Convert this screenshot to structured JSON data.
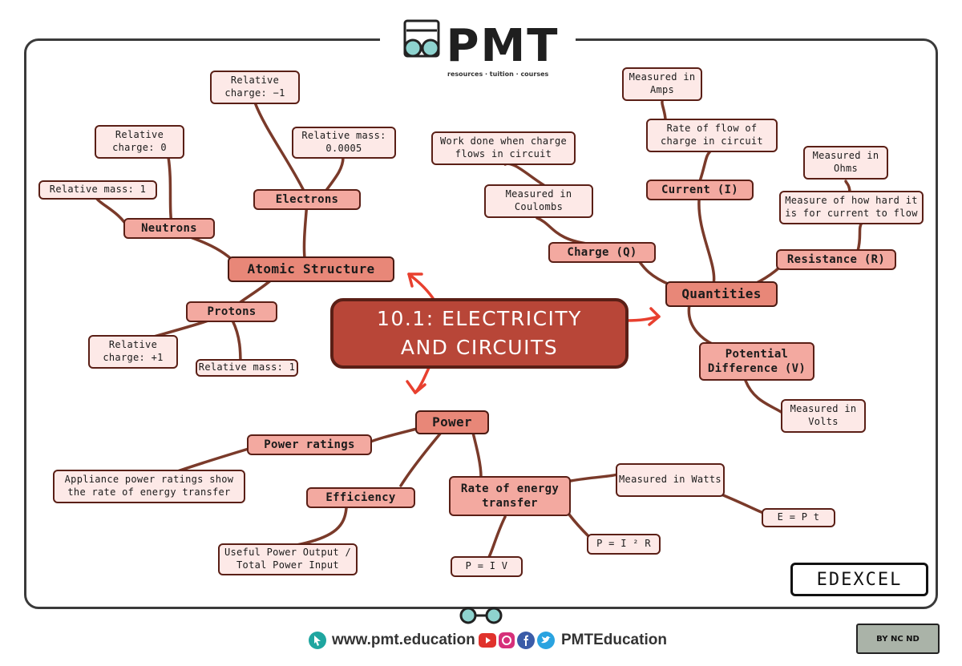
{
  "header": {
    "logo_text": "PMT",
    "tagline": "resources · tuition · courses"
  },
  "center_title_line1": "10.1: ELECTRICITY",
  "center_title_line2": "AND CIRCUITS",
  "nodes": {
    "atomic_structure": "Atomic Structure",
    "neutrons": "Neutrons",
    "electrons": "Electrons",
    "protons": "Protons",
    "neutron_charge": "Relative charge: 0",
    "neutron_mass": "Relative mass: 1",
    "electron_charge": "Relative charge: −1",
    "electron_mass": "Relative mass: 0.0005",
    "proton_charge": "Relative charge: +1",
    "proton_mass": "Relative mass: 1",
    "quantities": "Quantities",
    "charge": "Charge (Q)",
    "charge_measured": "Measured in Coulombs",
    "charge_def": "Work done when charge flows in circuit",
    "current": "Current (I)",
    "current_def": "Rate of flow of charge in circuit",
    "current_measured": "Measured in Amps",
    "resistance": "Resistance (R)",
    "resistance_def": "Measure of how hard it is for current to flow",
    "resistance_measured": "Measured in Ohms",
    "pd": "Potential Difference (V)",
    "pd_measured": "Measured in Volts",
    "power": "Power",
    "power_ratings": "Power ratings",
    "power_ratings_def": "Appliance power ratings show the rate of energy transfer",
    "efficiency": "Efficiency",
    "efficiency_def": "Useful Power Output / Total Power Input",
    "rate_energy": "Rate of energy transfer",
    "watts": "Measured in Watts",
    "e_pt": "E = P t",
    "p_i2r": "P = I ² R",
    "p_iv": "P = I V"
  },
  "badge": "EDEXCEL",
  "footer": {
    "website": "www.pmt.education",
    "social": "PMTEducation",
    "license": "BY NC ND"
  },
  "colors": {
    "center": "#b84638",
    "main": "#e88778",
    "sub": "#f3a9a0",
    "leaf": "#fde9e7",
    "border": "#5a1f16",
    "arrow": "#e8402f"
  }
}
